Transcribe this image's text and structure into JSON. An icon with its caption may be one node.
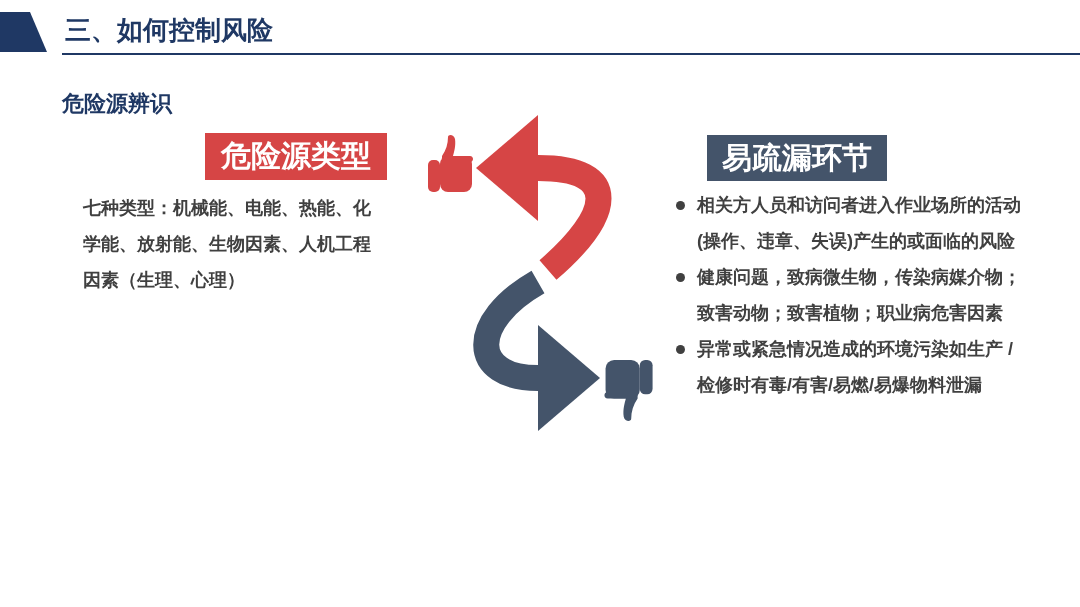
{
  "diagram": {
    "title": "三、如何控制风险",
    "nodes": [
      {
        "text": [
          "危险源类型"
        ]
      },
      {
        "text": [],
        "shape": "picture"
      },
      {
        "text": [
          "易疏漏环节"
        ]
      },
      {
        "text": [],
        "shape": "picture"
      }
    ],
    "edges": [
      {
        "from": null,
        "to": 1,
        "arrow": "to",
        "color": "#d64545"
      },
      {
        "from": null,
        "to": 3,
        "arrow": "to",
        "color": "#44546a"
      }
    ],
    "labels": [
      "危险源辨识",
      "七种类型：机械能、电能、热能、化学能、放射能、生物因素、人机工程因素（生理、心理）",
      "相关方人员和访问者进入作业场所的活动(操作、违章、失误)产生的或面临的风险",
      "健康问题，致病微生物，传染病媒介物；致害动物；致害植物；职业病危害因素",
      "异常或紧急情况造成的环境污染如生产 / 检修时有毒/有害/易燃/易爆物料泄漏"
    ]
  }
}
